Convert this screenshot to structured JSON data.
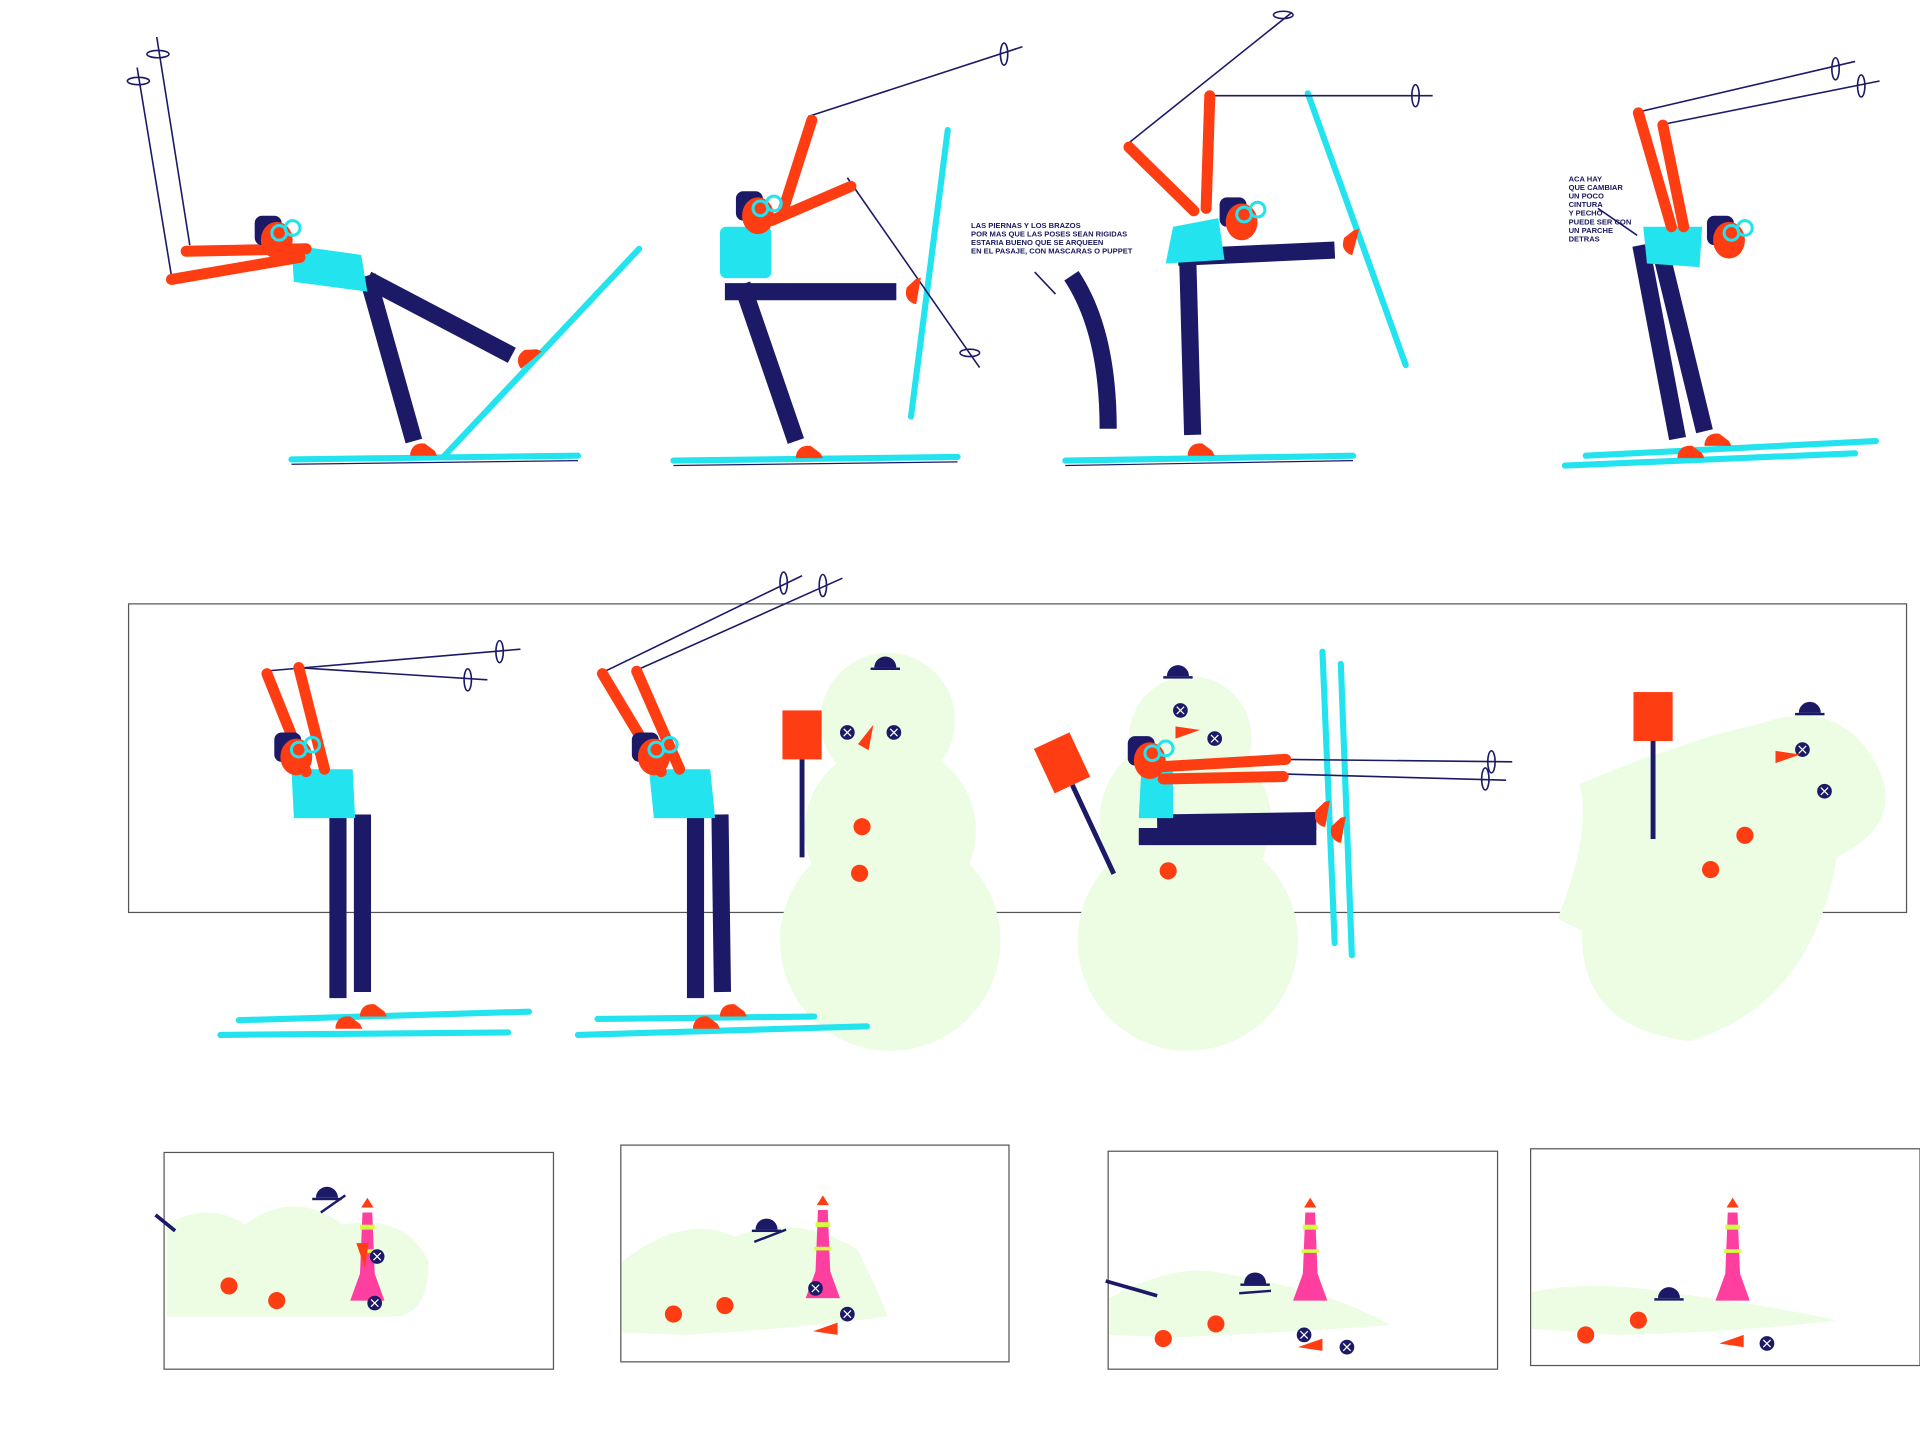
{
  "notes": {
    "arch_note": [
      "LAS PIERNAS Y LOS BRAZOS",
      "POR MAS QUE LAS POSES SEAN RIGIDAS",
      "ESTARIA BUENO QUE SE ARQUEEN",
      "EN EL PASAJE, CON MASCARAS O PUPPET"
    ],
    "waist_note": [
      "ACA HAY",
      "QUE CAMBIAR",
      "UN POCO",
      "CINTURA",
      "Y PECHO",
      "PUEDE SER CON",
      "UN PARCHE",
      "DETRAS"
    ]
  },
  "colors": {
    "navy": "#1c1a66",
    "red": "#ff3d12",
    "cyan": "#22e3ee",
    "snow": "#ecfde4",
    "pink": "#ff3fa0"
  }
}
